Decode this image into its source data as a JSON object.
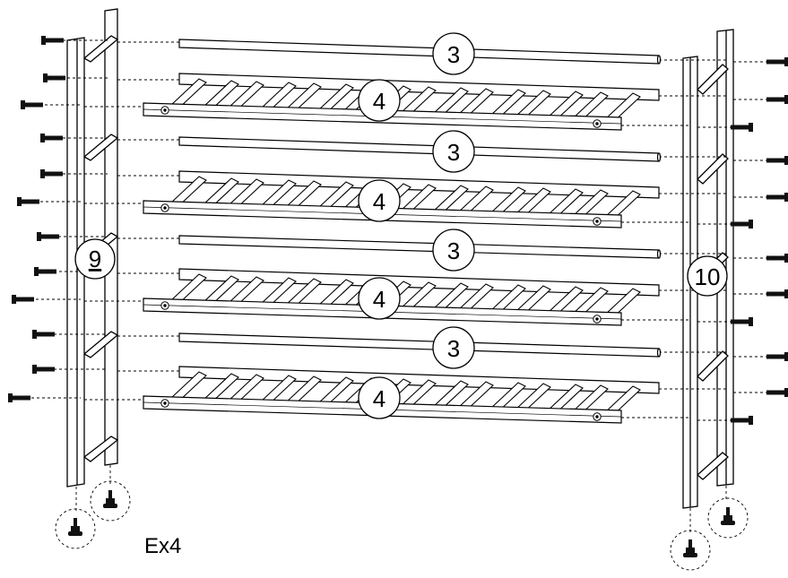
{
  "figure": {
    "quantity_note": "Ex4",
    "callouts": {
      "side_frame_left": "9",
      "side_frame_right": "10",
      "round_rail": "3",
      "bottle_rail": "4"
    }
  },
  "colors": {
    "line": "#000000",
    "background": "#ffffff",
    "bolt": "#111111"
  },
  "icons": [
    "bolt-icon",
    "leveling-foot-icon"
  ]
}
